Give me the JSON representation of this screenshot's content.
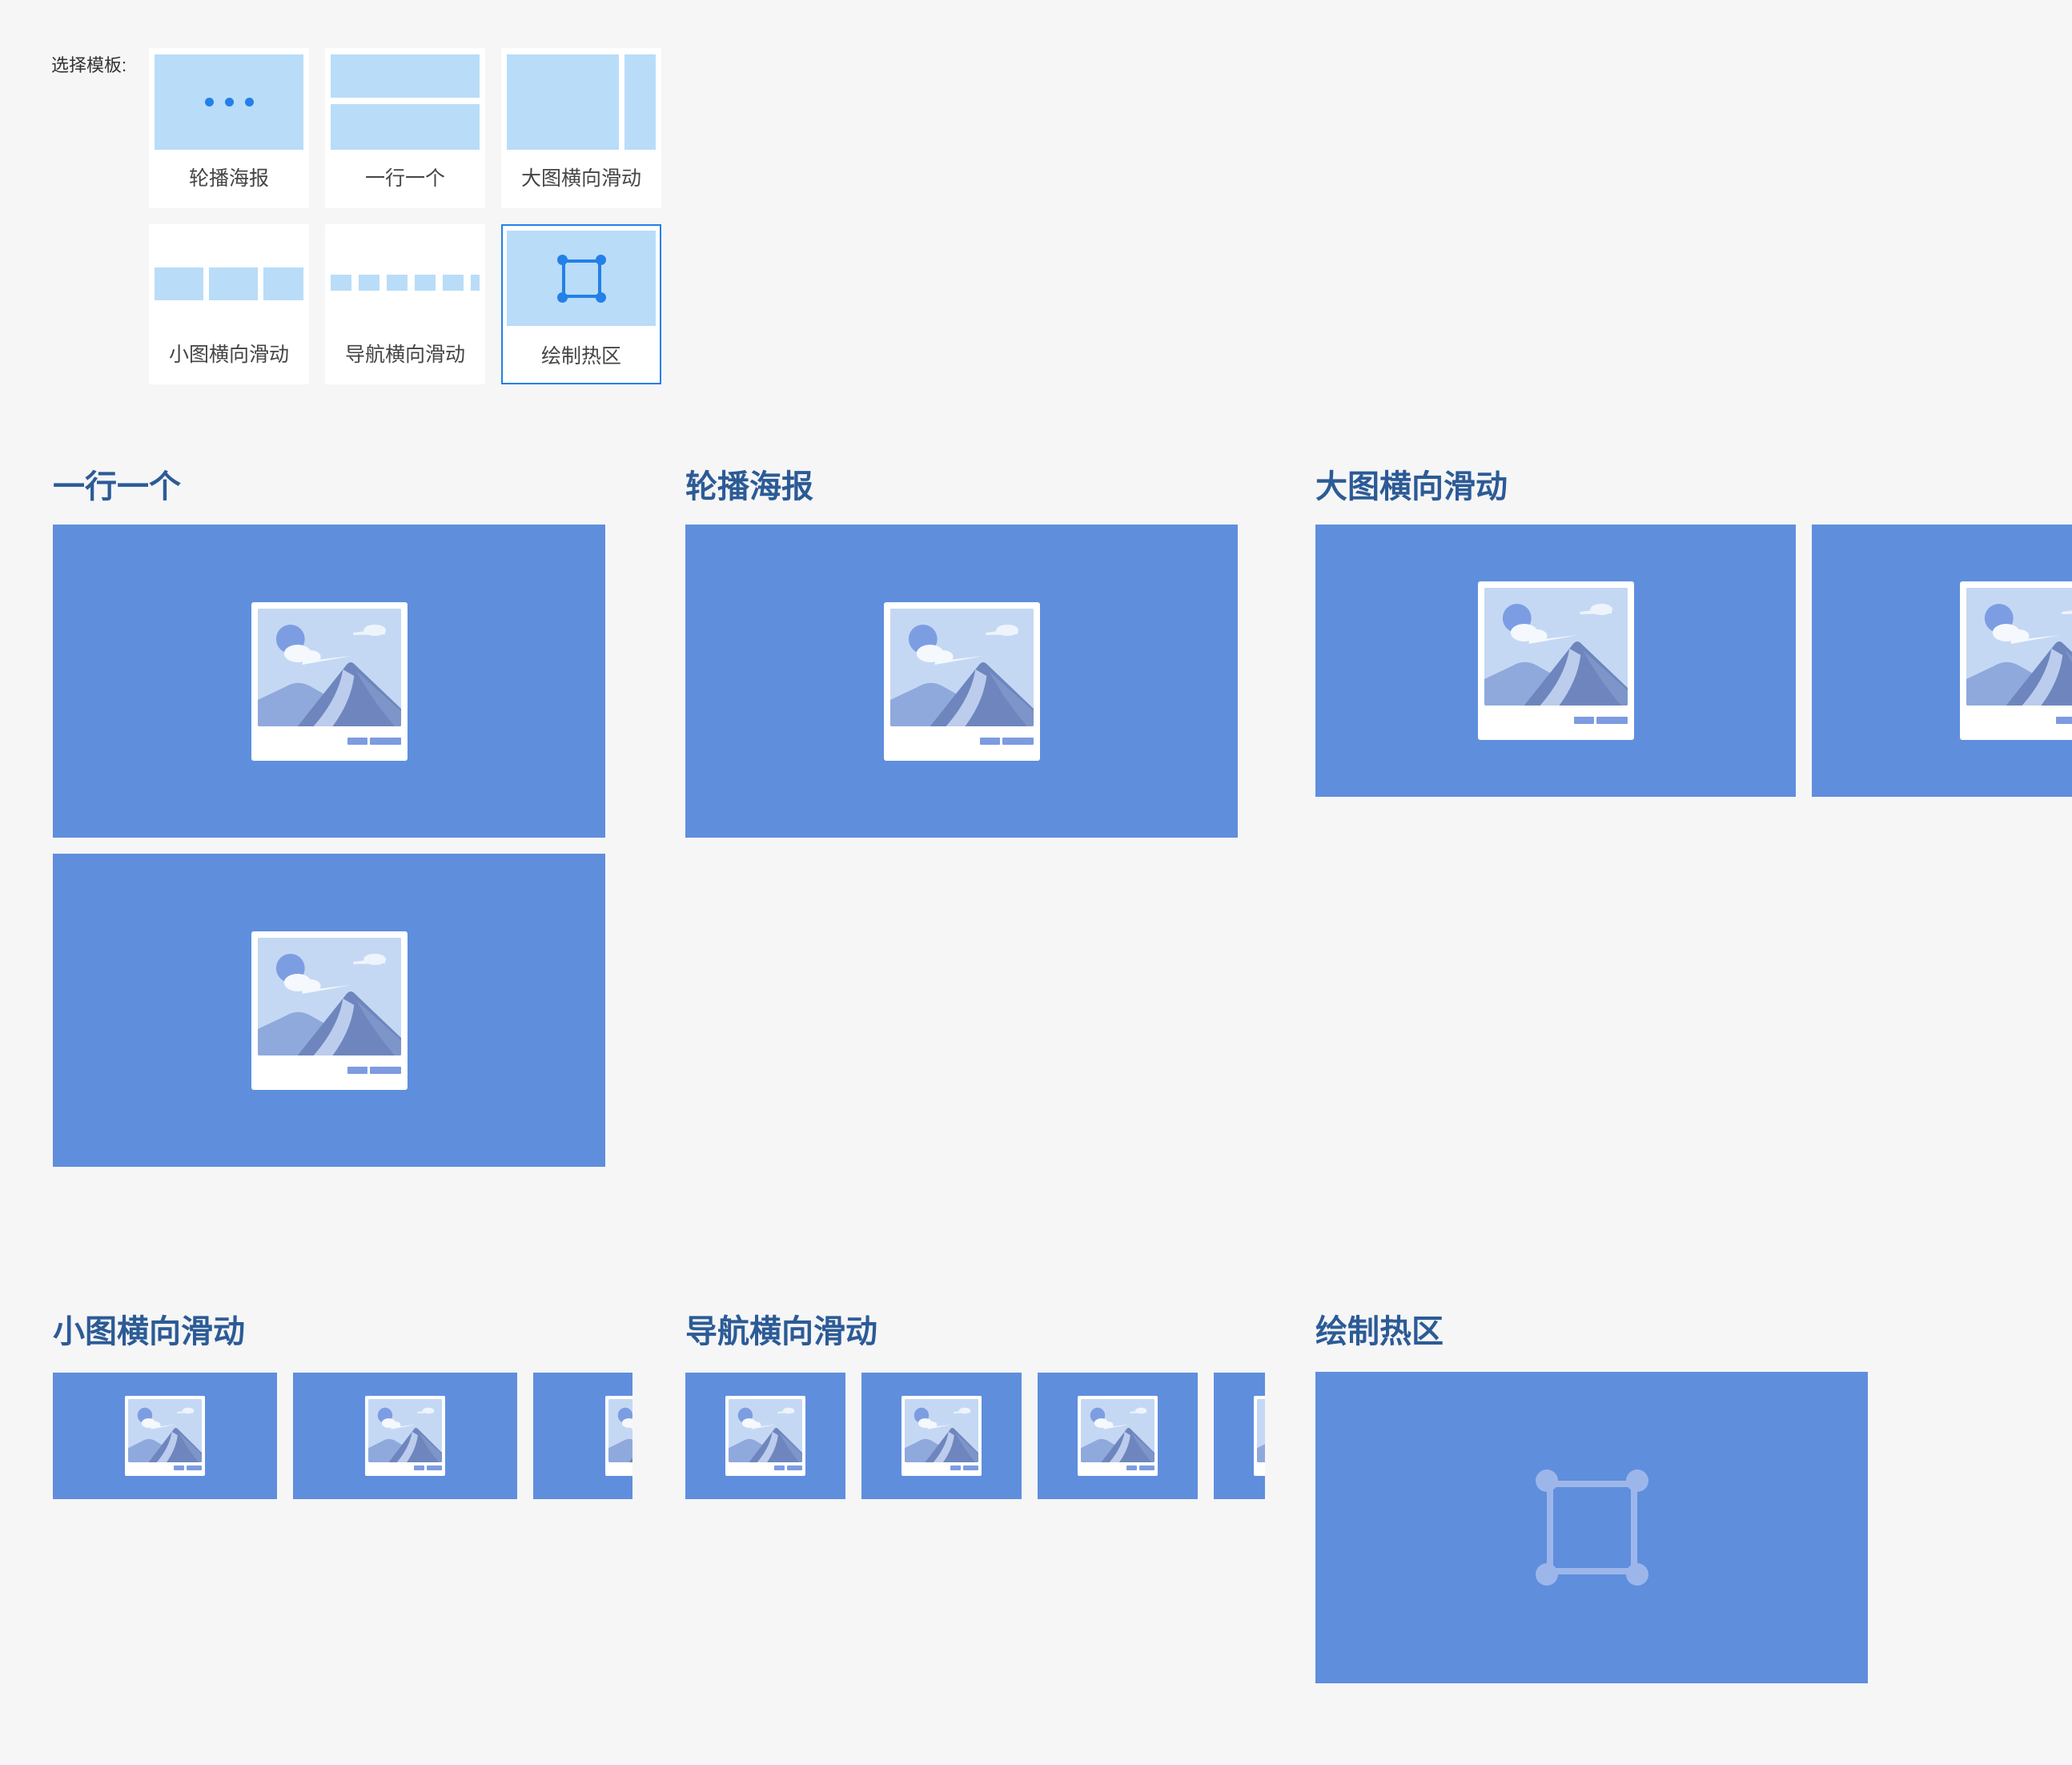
{
  "picker": {
    "label": "选择模板:",
    "cards": [
      {
        "id": "carousel-poster",
        "label": "轮播海报",
        "selected": false
      },
      {
        "id": "one-per-row",
        "label": "一行一个",
        "selected": false
      },
      {
        "id": "large-image-horizontal-scroll",
        "label": "大图横向滑动",
        "selected": false
      },
      {
        "id": "small-image-horizontal-scroll",
        "label": "小图横向滑动",
        "selected": false
      },
      {
        "id": "nav-horizontal-scroll",
        "label": "导航横向滑动",
        "selected": false
      },
      {
        "id": "draw-hotspot",
        "label": "绘制热区",
        "selected": true
      }
    ]
  },
  "previews": {
    "one_per_row": {
      "title": "一行一个"
    },
    "carousel_poster": {
      "title": "轮播海报"
    },
    "large_scroll": {
      "title": "大图横向滑动"
    },
    "small_scroll": {
      "title": "小图横向滑动"
    },
    "nav_scroll": {
      "title": "导航横向滑动"
    },
    "hotspot": {
      "title": "绘制热区"
    }
  },
  "colors": {
    "accent_blue": "#2380e8",
    "preview_box_blue": "#5f8edd",
    "thumb_light_blue": "#b9dcf8",
    "section_title_navy": "#2c5b96",
    "page_background": "#f6f6f7"
  },
  "icons": {
    "placeholder": "image-placeholder-icon",
    "hotspot": "hotspot-rect-icon",
    "carousel_dots": "carousel-dots-icon"
  }
}
